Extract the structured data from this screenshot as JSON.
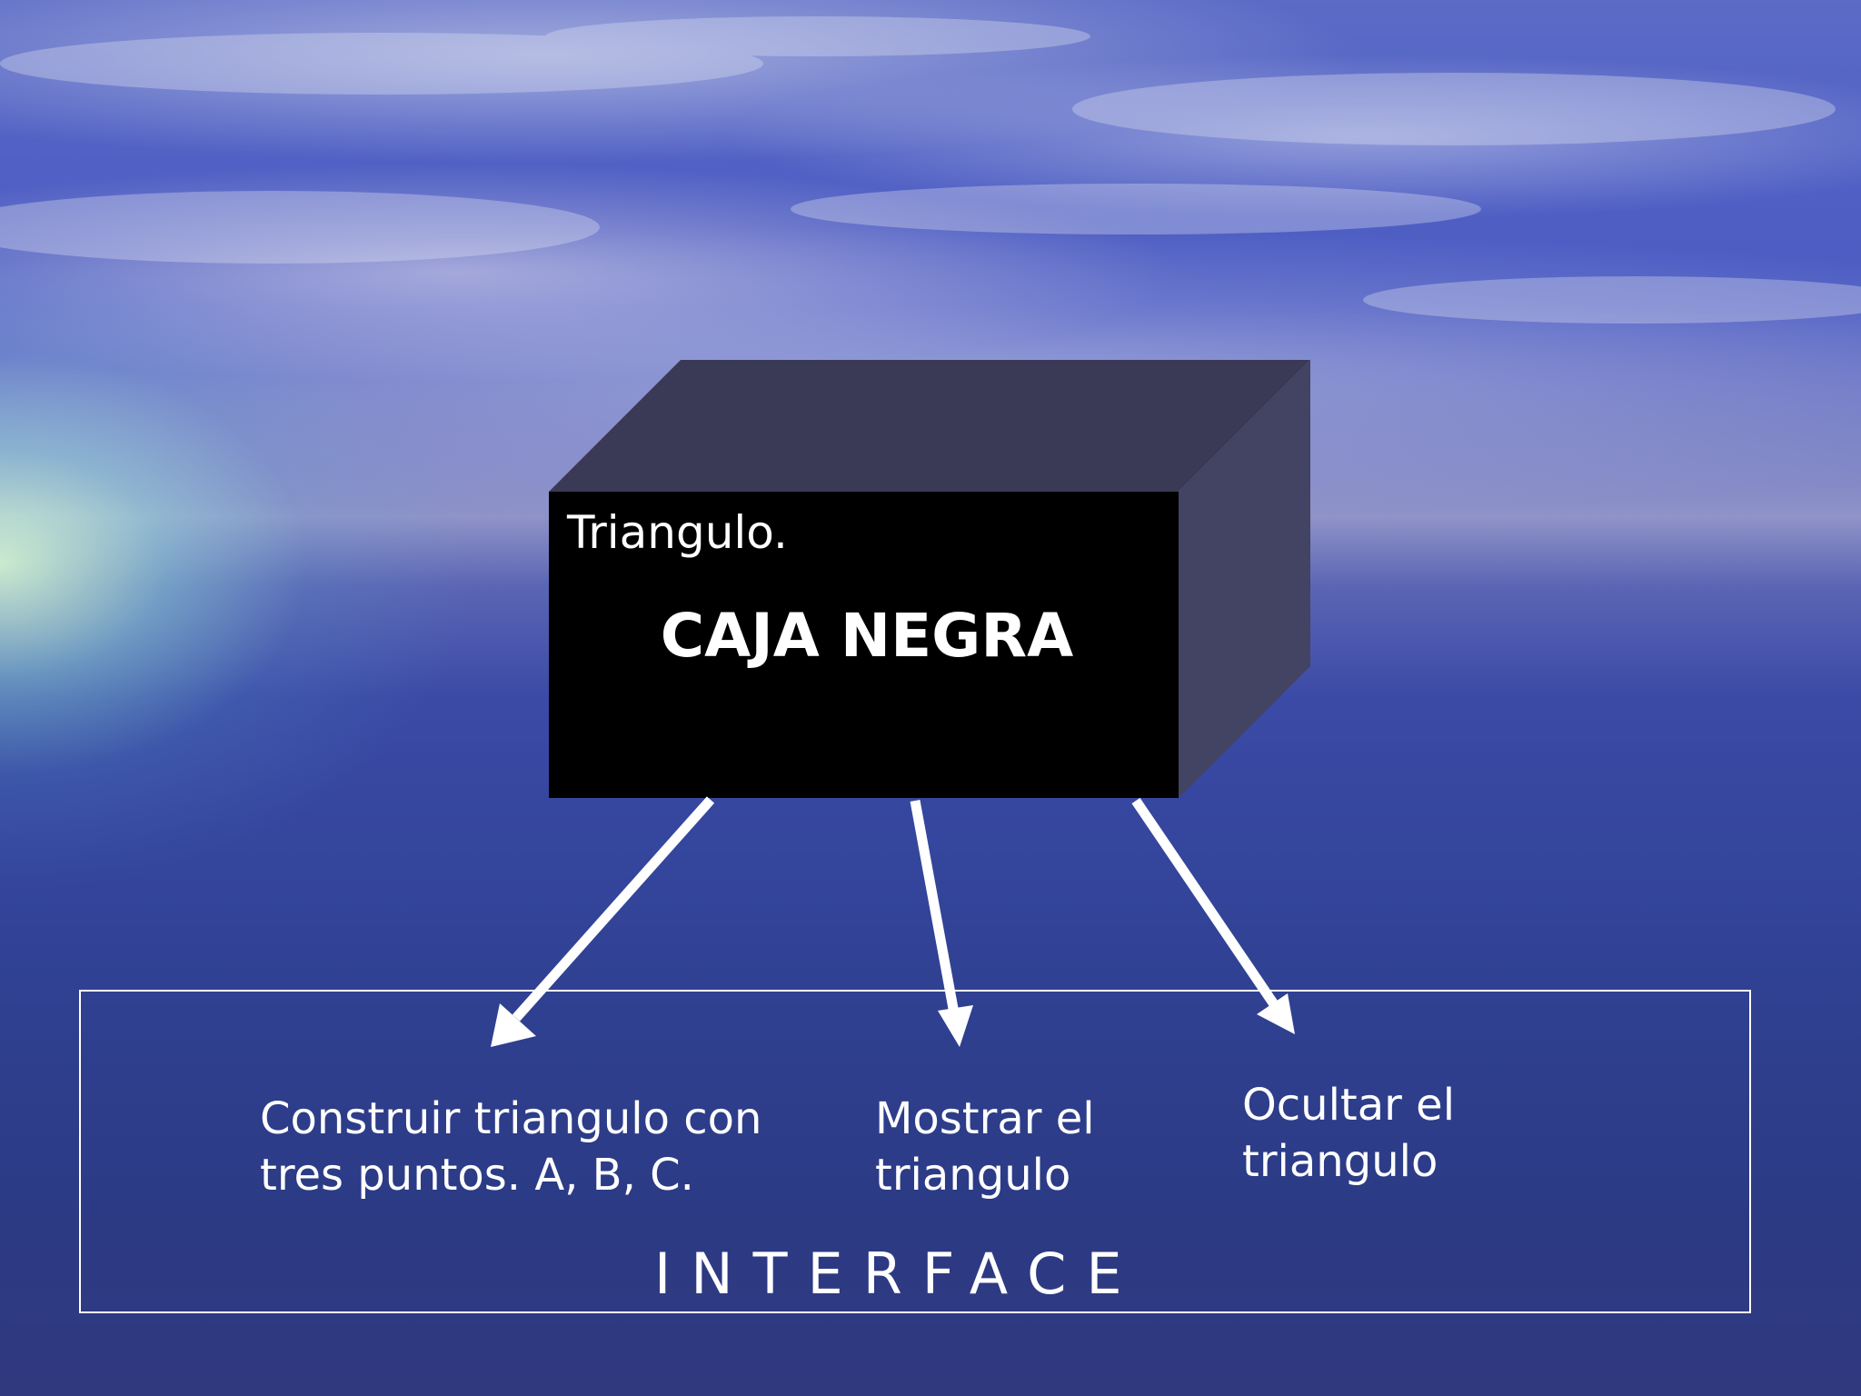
{
  "box": {
    "caption": "Triangulo.",
    "title": "CAJA NEGRA",
    "front_color": "#000000",
    "top_color": "#3a3a56",
    "side_color": "#434363"
  },
  "outputs": [
    {
      "line1": "Construir triangulo con",
      "line2": "tres puntos. A, B, C."
    },
    {
      "line1": "Mostrar el",
      "line2": "triangulo"
    },
    {
      "line1": "Ocultar el",
      "line2": "triangulo"
    }
  ],
  "interface_label": "INTERFACE",
  "colors": {
    "text": "#ffffff",
    "arrow": "#ffffff",
    "frame": "#ffffff"
  }
}
